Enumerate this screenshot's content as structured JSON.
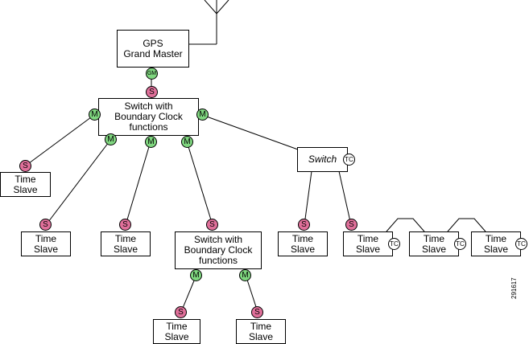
{
  "nodes": {
    "gps": {
      "line1": "GPS",
      "line2": "Grand Master"
    },
    "bc_top": {
      "line1": "Switch with",
      "line2": "Boundary Clock",
      "line3": "functions"
    },
    "bc_bottom": {
      "line1": "Switch with",
      "line2": "Boundary Clock",
      "line3": "functions"
    },
    "switch": {
      "label": "Switch"
    },
    "slave_label_1": "Time",
    "slave_label_2": "Slave"
  },
  "badges": {
    "grand_master": "GM",
    "master": "M",
    "slave": "S",
    "transparent_clock": "TC"
  },
  "figure_id": "291617"
}
